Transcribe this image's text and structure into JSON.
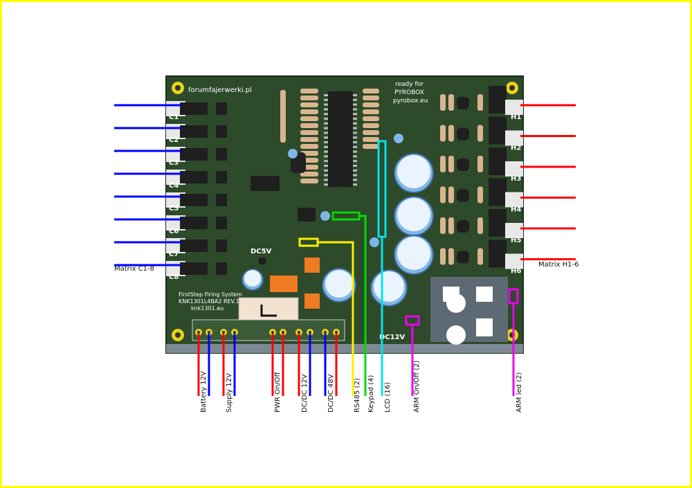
{
  "board": {
    "site": "forumfajerwerki.pl",
    "ready_for": "ready for",
    "pyrobox": "PYROBOX",
    "pyrobox_url": "pyrobox.eu",
    "system_name": "FirstStep Firing System",
    "model": "KNK1301L4BA2 REV.1",
    "model_url": "knk1301.eu",
    "dc5v": "DC5V",
    "dc12v": "DC12V",
    "colors": {
      "pcb": "#2d4a2a",
      "pad": "#e8e8e8",
      "blue": "#0000ff",
      "red": "#ff0000",
      "green": "#00dd00",
      "yellow": "#ffee00",
      "cyan": "#00e5ee",
      "magenta": "#ee00ee"
    }
  },
  "left_outputs": [
    "C1",
    "C2",
    "C3",
    "C4",
    "C5",
    "C6",
    "C7",
    "C8"
  ],
  "left_matrix_label": "Matrix C1-8",
  "right_outputs": [
    "H1",
    "H2",
    "H3",
    "H4",
    "H5",
    "H6"
  ],
  "right_matrix_label": "Matrix H1-6",
  "bottom_labels": [
    "Battery 12V",
    "Supply 12V",
    "PWR On/Off",
    "DC/DC 12V",
    "DC/DC 48V",
    "RS485 (2)",
    "Keypad (4)",
    "LCD (16)",
    "ARM On/Off (2)",
    "ARM led (2)"
  ]
}
